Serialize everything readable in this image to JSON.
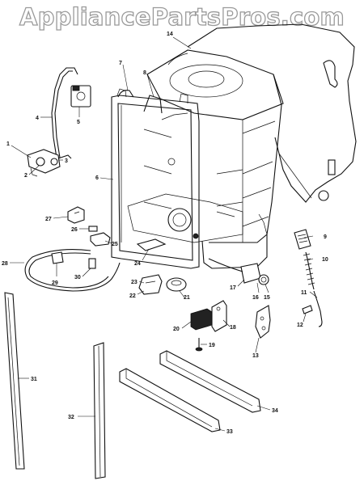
{
  "watermark": "AppliancePartsPros.com",
  "callouts": [
    {
      "id": "c1",
      "label": "1"
    },
    {
      "id": "c2",
      "label": "2"
    },
    {
      "id": "c3",
      "label": "3"
    },
    {
      "id": "c4",
      "label": "4"
    },
    {
      "id": "c5",
      "label": "5"
    },
    {
      "id": "c6",
      "label": "6"
    },
    {
      "id": "c7",
      "label": "7"
    },
    {
      "id": "c8",
      "label": "8"
    },
    {
      "id": "c9",
      "label": "9"
    },
    {
      "id": "c10",
      "label": "10"
    },
    {
      "id": "c11",
      "label": "11"
    },
    {
      "id": "c12",
      "label": "12"
    },
    {
      "id": "c13",
      "label": "13"
    },
    {
      "id": "c14",
      "label": "14"
    },
    {
      "id": "c15",
      "label": "15"
    },
    {
      "id": "c16",
      "label": "16"
    },
    {
      "id": "c17",
      "label": "17"
    },
    {
      "id": "c18",
      "label": "18"
    },
    {
      "id": "c19",
      "label": "19"
    },
    {
      "id": "c20",
      "label": "20"
    },
    {
      "id": "c21",
      "label": "21"
    },
    {
      "id": "c22",
      "label": "22"
    },
    {
      "id": "c23",
      "label": "23"
    },
    {
      "id": "c24",
      "label": "24"
    },
    {
      "id": "c25",
      "label": "25"
    },
    {
      "id": "c26",
      "label": "26"
    },
    {
      "id": "c27",
      "label": "27"
    },
    {
      "id": "c28",
      "label": "28"
    },
    {
      "id": "c29",
      "label": "29"
    },
    {
      "id": "c30",
      "label": "30"
    },
    {
      "id": "c31",
      "label": "31"
    },
    {
      "id": "c32",
      "label": "32"
    },
    {
      "id": "c33",
      "label": "33"
    },
    {
      "id": "c34",
      "label": "34"
    }
  ]
}
